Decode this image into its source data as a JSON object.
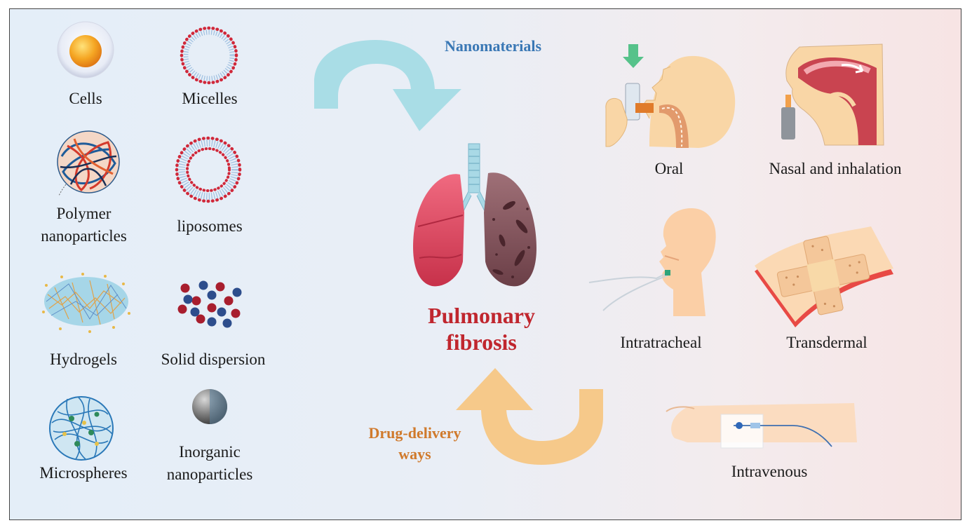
{
  "center": {
    "title_line1": "Pulmonary",
    "title_line2": "fibrosis"
  },
  "flows": {
    "top_label": "Nanomaterials",
    "bottom_line1": "Drug-delivery",
    "bottom_line2": "ways"
  },
  "nanomaterials": [
    {
      "label": "Cells"
    },
    {
      "label": "Micelles"
    },
    {
      "label_line1": "Polymer",
      "label_line2": "nanoparticles"
    },
    {
      "label": "liposomes"
    },
    {
      "label": "Hydrogels"
    },
    {
      "label": "Solid dispersion"
    },
    {
      "label": "Microspheres"
    },
    {
      "label_line1": "Inorganic",
      "label_line2": "nanoparticles"
    }
  ],
  "routes": [
    {
      "label": "Oral"
    },
    {
      "label": "Nasal and inhalation"
    },
    {
      "label": "Intratracheal"
    },
    {
      "label": "Transdermal"
    },
    {
      "label": "Intravenous"
    }
  ],
  "colors": {
    "title": "#c0262e",
    "nano_arrow": "#a9dde6",
    "drug_arrow": "#f6c98a",
    "nano_text": "#3a78b5",
    "drug_text": "#d07a2c"
  }
}
